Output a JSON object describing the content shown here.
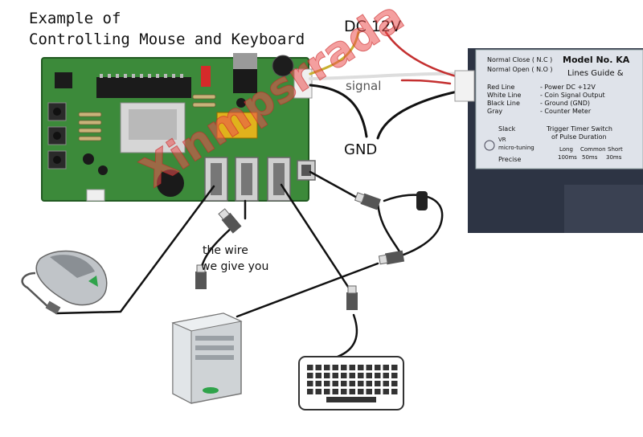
{
  "title": {
    "line1": "Example of",
    "line2": "Controlling Mouse and Keyboard"
  },
  "labels": {
    "power": "DC 12V",
    "signal": "signal",
    "ground": "GND",
    "wire_line1": "the wire",
    "wire_line2": "we give you"
  },
  "coin_acceptor": {
    "model": "Model No. KA",
    "lines_guide": "Lines Guide &",
    "nc": "Normal Close ( N.C )",
    "no": "Normal Open ( N.O )",
    "red_line": "Red Line",
    "white_line": "White Line",
    "black_line": "Black Line",
    "gray_line": "Gray",
    "power_desc": "- Power  DC +12V",
    "signal_desc": "- Coin Signal Output",
    "ground_desc": "- Ground (GND)",
    "counter_desc": "- Counter Meter",
    "slack": "Slack",
    "vr": "VR",
    "micro_tuning": "micro-tuning",
    "precise": "Precise",
    "trigger_line1": "Trigger Timer Switch",
    "trigger_line2": "of Pulse Duration",
    "long": "Long",
    "common": "Common",
    "short": "Short",
    "long_ms": "100ms",
    "common_ms": "50ms",
    "short_ms": "30ms"
  },
  "watermark": "Xinmpsrrada",
  "colors": {
    "pcb": "#3c8a3a",
    "pcb_dark": "#2a6a2b",
    "acceptor_body": "#2d3444",
    "acceptor_label": "#dfe3ea",
    "wire": "#111111",
    "watermark": "#e85050"
  },
  "icons": [
    "mouse-icon",
    "computer-tower-icon",
    "keyboard-icon",
    "usb-plug-icon"
  ]
}
